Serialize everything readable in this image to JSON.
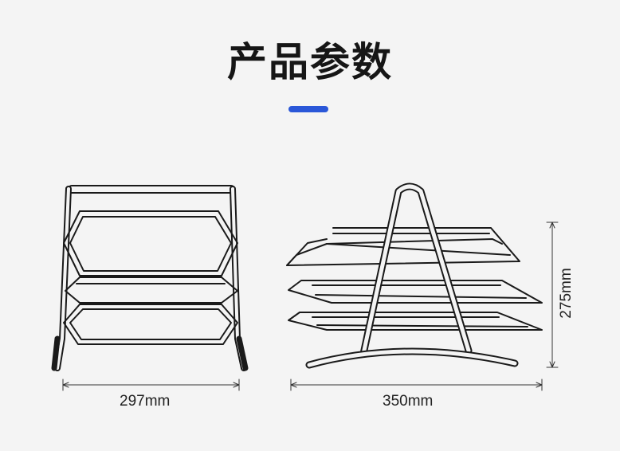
{
  "title": "产品参数",
  "accent_color": "#2a57d8",
  "dimensions": {
    "width": "297mm",
    "depth": "350mm",
    "height": "275mm"
  }
}
